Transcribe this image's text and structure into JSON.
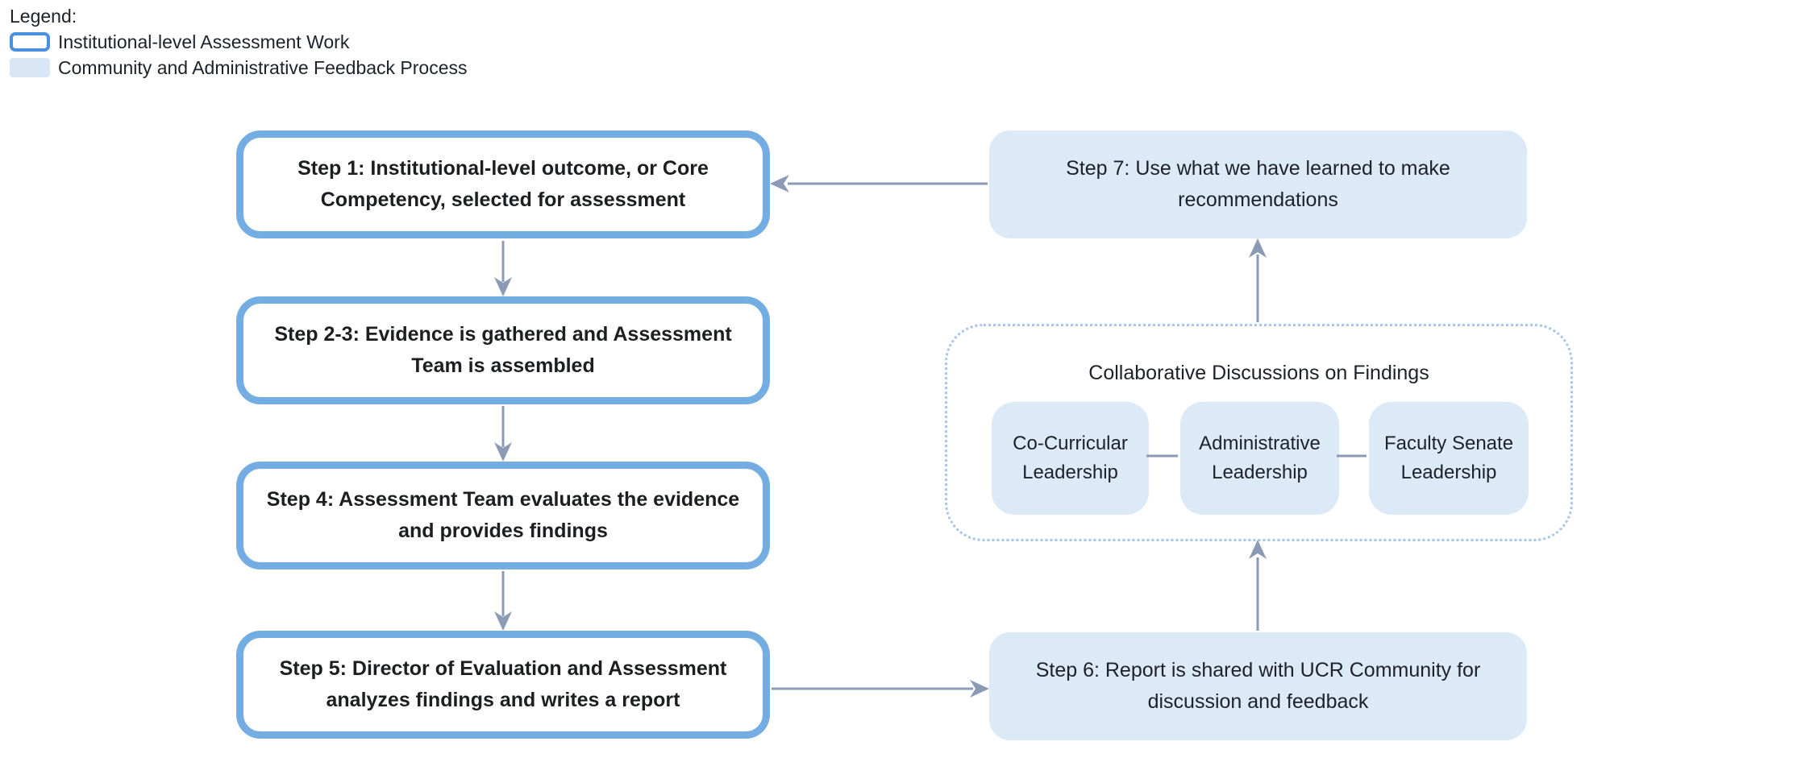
{
  "legend": {
    "title": "Legend:",
    "items": [
      {
        "swatch_icon": "outlined-box-swatch",
        "label": "Institutional-level Assessment Work"
      },
      {
        "swatch_icon": "filled-box-swatch",
        "label": "Community and Administrative Feedback Process"
      }
    ]
  },
  "steps": {
    "institutional": [
      {
        "label": "Step 1: Institutional-level outcome, or Core Competency, selected for assessment"
      },
      {
        "label": "Step 2-3: Evidence is gathered and Assessment Team is assembled"
      },
      {
        "label": "Step 4: Assessment Team evaluates the evidence and provides findings"
      },
      {
        "label": "Step 5: Director of Evaluation and Assessment analyzes findings and writes a report"
      }
    ],
    "feedback": {
      "step7": {
        "label": "Step 7: Use what we have learned to make recommendations"
      },
      "step6": {
        "label": "Step 6: Report is shared with UCR Community for discussion and feedback"
      }
    }
  },
  "collaborative": {
    "title": "Collaborative Discussions on Findings",
    "groups": [
      {
        "label": "Co-Curricular Leadership"
      },
      {
        "label": "Administrative Leadership"
      },
      {
        "label": "Faculty Senate Leadership"
      }
    ]
  },
  "connectors": [
    {
      "from": "step1",
      "to": "step2-3",
      "direction": "down"
    },
    {
      "from": "step2-3",
      "to": "step4",
      "direction": "down"
    },
    {
      "from": "step4",
      "to": "step5",
      "direction": "down"
    },
    {
      "from": "step5",
      "to": "step6",
      "direction": "right"
    },
    {
      "from": "step6",
      "to": "collaborative-discussions",
      "direction": "up"
    },
    {
      "from": "collaborative-discussions",
      "to": "step7",
      "direction": "up"
    },
    {
      "from": "step7",
      "to": "step1",
      "direction": "left"
    },
    {
      "from": "co-curricular-leadership",
      "to": "administrative-leadership",
      "direction": "line"
    },
    {
      "from": "administrative-leadership",
      "to": "faculty-senate-leadership",
      "direction": "line"
    }
  ],
  "colors": {
    "institutional_border": "#74ade2",
    "legend_outline": "#4a90e2",
    "feedback_fill": "#dce9f7",
    "dotted_border": "#a9c6e8",
    "connector": "#8c9bb5",
    "text": "#1d2129",
    "background": "#ffffff"
  }
}
